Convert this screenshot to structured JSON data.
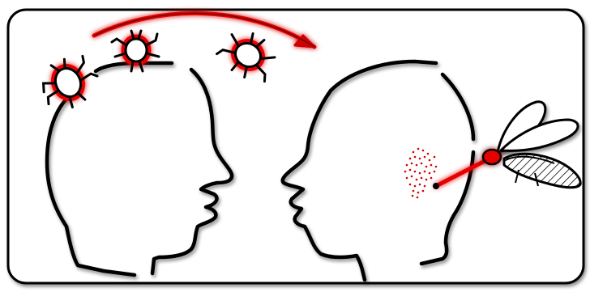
{
  "diagram": {
    "description_style": "illustration",
    "colors": {
      "background": "#ffffff",
      "outline": "#000000",
      "accent": "#e60000",
      "glow": "#ff3b3b",
      "stipple": "#d80000"
    },
    "elements": {
      "frame": "rounded-frame",
      "left_head": "person-profile-facing-right",
      "right_head": "person-profile-facing-left",
      "lice": [
        "louse-icon",
        "louse-icon",
        "louse-icon"
      ],
      "transfer_arrow": "arrow-right-curved",
      "mosquito": "mosquito-icon",
      "bite": "bite-spot"
    }
  }
}
